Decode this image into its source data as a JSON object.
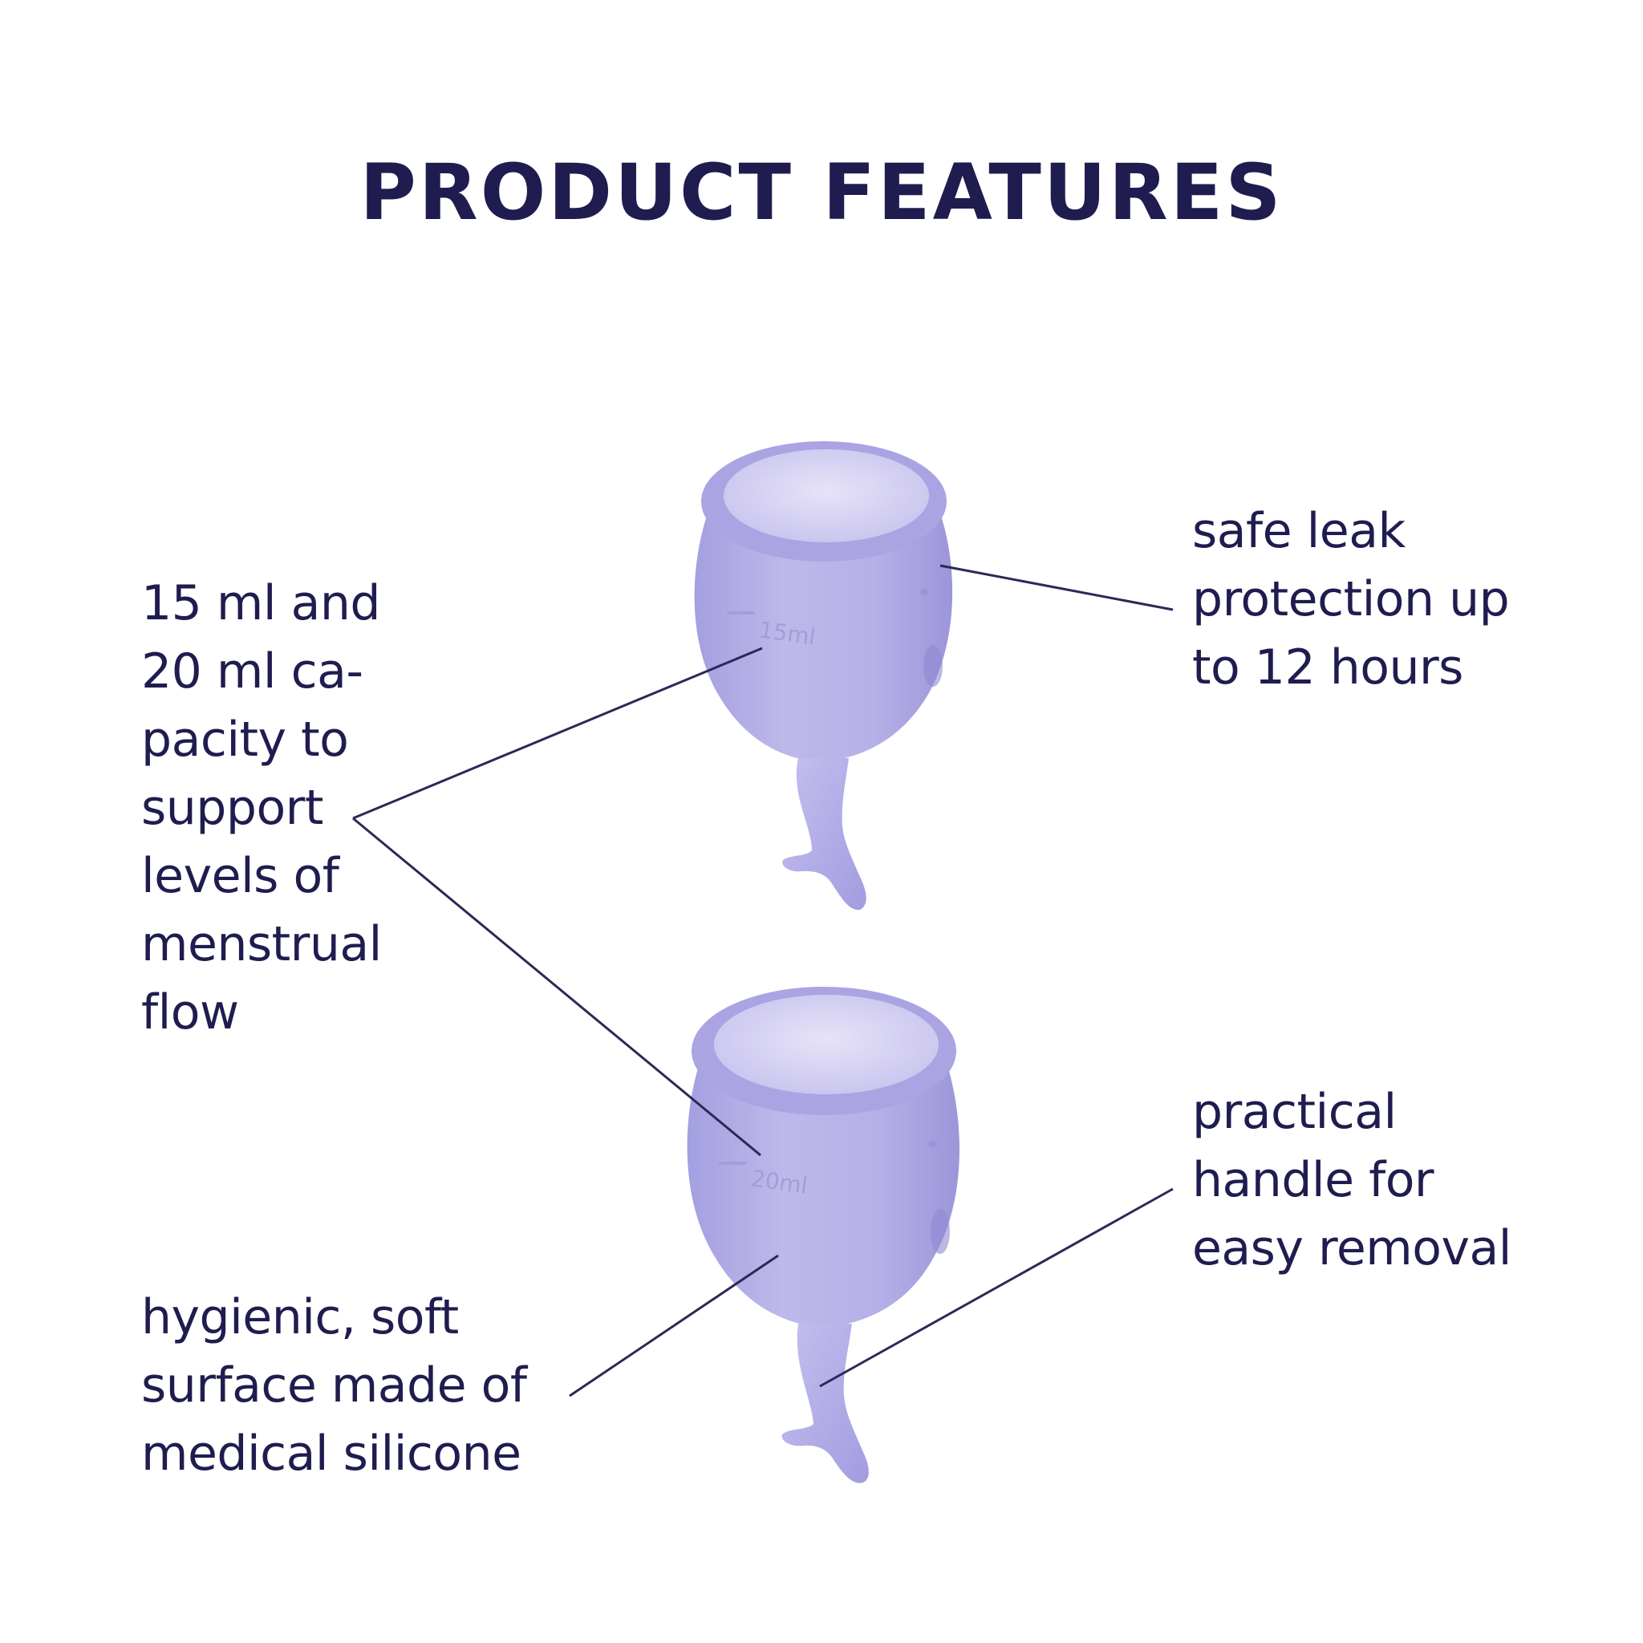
{
  "colors": {
    "text": "#1f1d4f",
    "line": "#2b2956",
    "cup_body": "#b9b5e6",
    "cup_shadow": "#9690d6",
    "cup_rim": "#a8a2e0",
    "cup_interior": "#dcd8f4"
  },
  "title": "PRODUCT FEATURES",
  "features": {
    "capacity": {
      "lines": [
        "15 ml and",
        "20 ml ca-",
        "pacity to",
        "support",
        "levels of",
        "menstrual",
        "flow"
      ]
    },
    "leak_protection": {
      "lines": [
        "safe leak",
        "protection up",
        "to 12 hours"
      ]
    },
    "handle": {
      "lines": [
        "practical",
        "handle for",
        "easy removal"
      ]
    },
    "surface": {
      "lines": [
        "hygienic, soft",
        "surface made of",
        "medical silicone"
      ]
    }
  },
  "cups": {
    "small": {
      "marking": "15ml"
    },
    "large": {
      "marking": "20ml"
    }
  }
}
